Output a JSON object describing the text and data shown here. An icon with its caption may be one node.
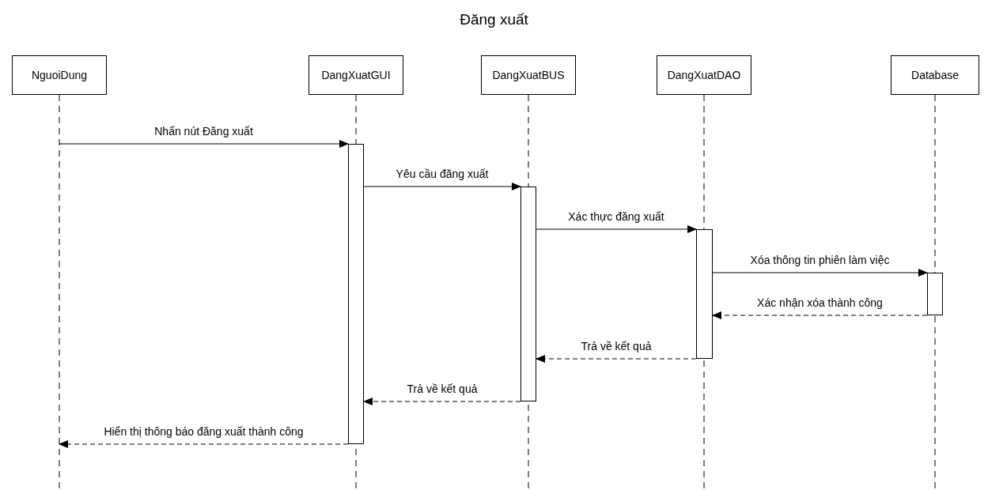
{
  "diagram": {
    "title": "Đăng xuất",
    "nodes": [
      {
        "text": [
          "NguoiDung"
        ]
      },
      {
        "text": [
          "DangXuatGUI"
        ]
      },
      {
        "text": [
          "DangXuatBUS"
        ]
      },
      {
        "text": [
          "DangXuatDAO"
        ]
      },
      {
        "text": [
          "Database"
        ]
      },
      {
        "text": [],
        "shape": "bar",
        "in": 1
      },
      {
        "text": [],
        "shape": "bar",
        "in": 2
      },
      {
        "text": [],
        "shape": "bar",
        "in": 3
      },
      {
        "text": [],
        "shape": "bar",
        "in": 4
      }
    ],
    "edges": [
      {
        "from": 0,
        "to": 5,
        "arrow": "to",
        "label": "Nhấn nút Đăng xuất"
      },
      {
        "from": 5,
        "to": 6,
        "arrow": "to",
        "label": "Yêu cầu đăng xuất"
      },
      {
        "from": 6,
        "to": 7,
        "arrow": "to",
        "label": "Xác thực đăng xuất"
      },
      {
        "from": 7,
        "to": 8,
        "arrow": "to",
        "label": "Xóa thông tin phiên làm việc"
      },
      {
        "from": 8,
        "to": 7,
        "arrow": "to",
        "label": "Xác nhận xóa thành công",
        "style": "dashed"
      },
      {
        "from": 7,
        "to": 6,
        "arrow": "to",
        "label": "Trả về kết quả",
        "style": "dashed"
      },
      {
        "from": 6,
        "to": 5,
        "arrow": "to",
        "label": "Trả về kết quả",
        "style": "dashed"
      },
      {
        "from": 5,
        "to": 0,
        "arrow": "to",
        "label": "Hiển thị thông báo đăng xuất thành công",
        "style": "dashed"
      }
    ]
  }
}
